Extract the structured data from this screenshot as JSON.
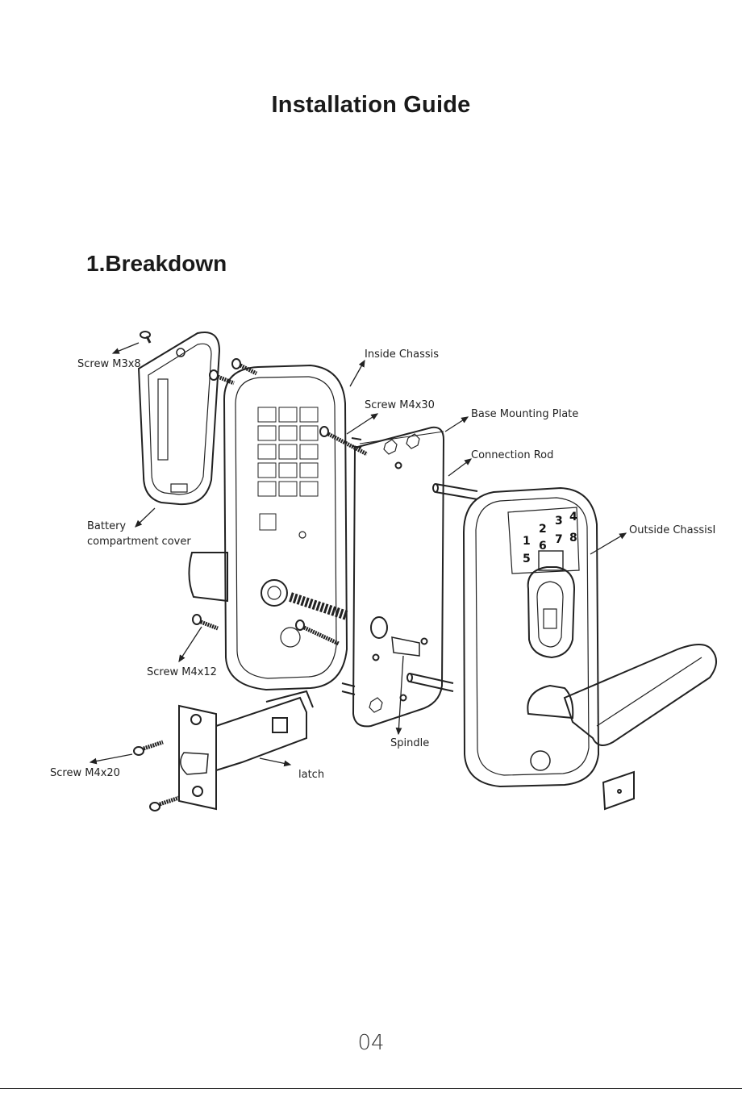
{
  "header": {
    "title": "Installation Guide"
  },
  "section": {
    "title": "1.Breakdown"
  },
  "diagram": {
    "labels": {
      "screw_m3x8": "Screw M3x8",
      "inside_chassis": "Inside Chassis",
      "screw_m4x30": "Screw M4x30",
      "base_mounting_plate": "Base Mounting Plate",
      "connection_rod": "Connection Rod",
      "outside_chassis": "Outside ChassisI",
      "battery_line1": "Battery",
      "battery_line2": "compartment cover",
      "screw_m4x12": "Screw M4x12",
      "spindle": "Spindle",
      "screw_m4x20": "Screw M4x20",
      "latch": "latch"
    },
    "keypad": [
      "1",
      "2",
      "3",
      "4",
      "5",
      "6",
      "7",
      "8"
    ]
  },
  "footer": {
    "page_number": "04"
  }
}
